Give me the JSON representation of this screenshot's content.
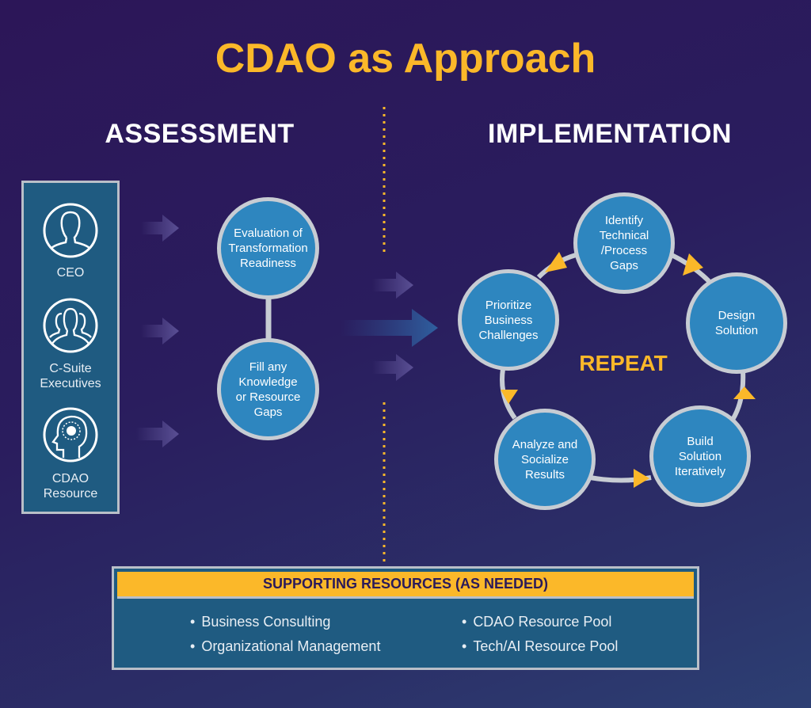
{
  "title": "CDAO as Approach",
  "sections": {
    "assessment": "ASSESSMENT",
    "implementation": "IMPLEMENTATION"
  },
  "roles": [
    {
      "label": "CEO",
      "icon": "person-icon"
    },
    {
      "label": "C-Suite Executives",
      "icon": "group-icon"
    },
    {
      "label": "CDAO Resource",
      "icon": "head-gear-icon"
    }
  ],
  "assessment_steps": [
    "Evaluation of Transformation Readiness",
    "Fill any Knowledge or Resource Gaps"
  ],
  "cycle": {
    "center_label": "REPEAT",
    "steps": {
      "identify": "Identify Technical /Process Gaps",
      "design": "Design Solution",
      "build": "Build Solution Iteratively",
      "analyze": "Analyze and Socialize Results",
      "prioritize": "Prioritize Business Challenges"
    }
  },
  "supporting": {
    "heading": "SUPPORTING RESOURCES (AS NEEDED)",
    "items": [
      "Business Consulting",
      "Organizational Management",
      "CDAO Resource Pool",
      "Tech/AI Resource Pool"
    ]
  },
  "colors": {
    "accent": "#fbb829",
    "node": "#2e86bf",
    "panel": "#1f5b81"
  }
}
